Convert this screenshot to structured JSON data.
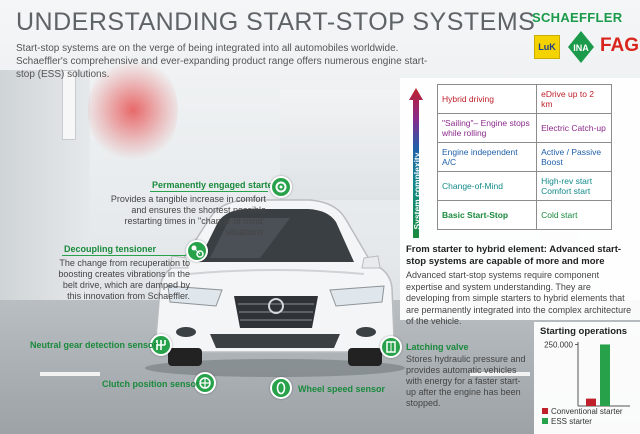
{
  "title": "UNDERSTANDING START-STOP SYSTEMS",
  "intro": "Start-stop systems are on the verge of being integrated into all automobiles worldwide. Schaeffler's comprehensive and ever-expanding product range offers numerous engine start-stop (ESS) solutions.",
  "brand": {
    "name": "SCHAEFFLER",
    "logos": [
      "LuK",
      "INA",
      "FAG"
    ],
    "colors": {
      "schaeffler": "#1a9a4a",
      "luk": "#f4d300",
      "fag": "#d9251c"
    }
  },
  "callouts": {
    "starter": {
      "title": "Permanently engaged starter",
      "text": "Provides a tangible increase in comfort and ensures the shortest possible restarting times in \"change of mind\" situations.",
      "icon": "gear-icon"
    },
    "tensioner": {
      "title": "Decoupling tensioner",
      "text": "The change from recuperation to boosting creates vibrations in the belt drive, which are damped by this innovation from Schaeffler.",
      "icon": "pulley-icon"
    },
    "neutral": {
      "title": "Neutral gear detection sensor",
      "icon": "gearshift-icon"
    },
    "clutch": {
      "title": "Clutch position sensor",
      "icon": "clutch-icon"
    },
    "latching": {
      "title": "Latching valve",
      "text": "Stores hydraulic pressure and provides automatic vehicles with energy for a faster start-up after the engine has been stopped.",
      "icon": "valve-icon"
    },
    "wheel": {
      "title": "Wheel speed sensor",
      "icon": "wheel-icon"
    }
  },
  "complexity": {
    "axis_label": "System complexity",
    "rows": [
      [
        {
          "text": "Hybrid driving",
          "color": "#c0202a"
        },
        {
          "text": "eDrive up to 2 km",
          "color": "#c0202a"
        }
      ],
      [
        {
          "text": "\"Sailing\"– Engine stops while rolling",
          "color": "#8a2a8a"
        },
        {
          "text": "Electric Catch-up",
          "color": "#8a2a8a"
        }
      ],
      [
        {
          "text": "Engine independent A/C",
          "color": "#2060a8"
        },
        {
          "text": "Active / Passive Boost",
          "color": "#2060a8"
        }
      ],
      [
        {
          "text": "Change-of-Mind",
          "color": "#138a8a"
        },
        {
          "text": "High-rev start Comfort start",
          "color": "#138a8a"
        }
      ],
      [
        {
          "text": "Basic Start-Stop",
          "color": "#1a8a3c"
        },
        {
          "text": "Cold start",
          "color": "#1a8a3c"
        }
      ]
    ],
    "subheading": "From starter to hybrid element: Advanced start-stop systems are capable of more and more",
    "body": "Advanced start-stop systems require component expertise and system understanding. They are developing from simple starters to hybrid elements that are permanently integrated into the complex architecture of the vehicle."
  },
  "chart_data": {
    "type": "bar",
    "title": "Starting operations",
    "categories": [
      "Conventional starter",
      "ESS starter"
    ],
    "values": [
      30000,
      250000
    ],
    "ylim": [
      0,
      260000
    ],
    "yticks": [
      "250.000"
    ],
    "colors": [
      "#c0202a",
      "#27a24a"
    ],
    "legend": "bottom"
  }
}
